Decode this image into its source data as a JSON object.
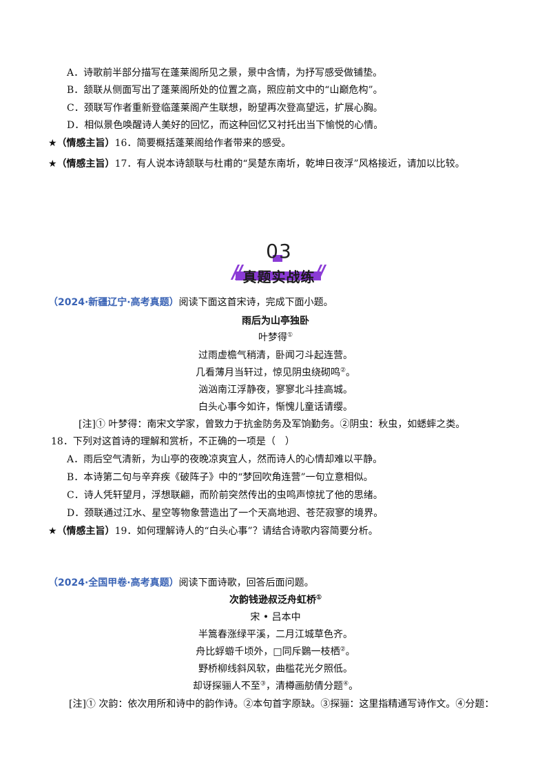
{
  "top_options": [
    "A．诗歌前半部分描写在蓬莱阁所见之景，景中含情，为抒写感受做铺垫。",
    "B．颔联从侧面写出了蓬莱阁所处的位置之高，照应前文中的“山巅危构”。",
    "C．颈联写作者重新登临蓬莱阁产生联想，盼望再次登高望远，扩展心胸。",
    "D．相似景色唤醒诗人美好的回忆，而这种回忆又衬托出当下愉悦的心情。"
  ],
  "star_tag": "★（情感主旨）",
  "q16": "16．简要概括蓬莱阁给作者带来的感受。",
  "q17": "17．有人说本诗颔联与杜甫的“吴楚东南圻，乾坤日夜浮”风格接近，请加以比较。",
  "section": {
    "number": "03",
    "label": "真题实战练"
  },
  "block1": {
    "source_tag": "（2024·新疆辽宁·高考真题）",
    "source_text": "阅读下面这首宋诗，完成下面小题。",
    "title": "雨后为山亭独卧",
    "author": "叶梦得",
    "author_sup": "①",
    "lines": [
      {
        "text": "过雨虚檐气稍清，卧闻刁斗起连营。",
        "sup": ""
      },
      {
        "text": "几看薄月当轩过，惊见阴虫绕砌鸣",
        "sup": "②"
      },
      {
        "text": "汹汹南江浮静夜，寥寥北斗挂高城。",
        "sup": ""
      },
      {
        "text": "白头心事今如许，惭愧儿童话请缨。",
        "sup": ""
      }
    ],
    "note": "[注]① 叶梦得：南宋文学家，曾致力于抗金防务及军饷勤务。②阴虫：秋虫，如蟋蟀之类。",
    "q18": "18．下列对这首诗的理解和赏析，不正确的一项是（　）",
    "options": [
      "A．雨后空气清新，为山亭的夜晚凉爽宜人，然而诗人的心情却难以平静。",
      "B．本诗第二句与辛弃疾《破阵子》中的“梦回吹角连营”一句立意相似。",
      "C．诗人凭轩望月，浮想联翩，而阶前突然传出的虫鸣声惊扰了他的思绪。",
      "D．颈联通过江水、星空等物象营造出了一个天高地迥、苍茫寂寥的境界。"
    ],
    "q19": "19．如何理解诗人的“白头心事”？请结合诗歌内容简要分析。"
  },
  "block2": {
    "source_tag": "（2024·全国甲卷·高考真题）",
    "source_text": "阅读下面诗歌，回答后面问题。",
    "title": "次韵钱逊叔泛舟虹桥",
    "title_sup": "①",
    "author": "宋 • 吕本中",
    "lines": [
      {
        "text": "半篙春涨绿平溪，二月江城草色齐。",
        "sup": ""
      },
      {
        "text": "舟比蜉蝣千顷外，□同斥鷃一枝栖",
        "sup": "②"
      },
      {
        "text": "野桥柳线斜风软，曲槛花光夕照低。",
        "sup": ""
      },
      {
        "text": "却讶探骊人不至",
        "sup": "③",
        "tail": "，清樽画舫倩分题",
        "tail_sup": "④"
      }
    ],
    "note": "[注]① 次韵：依次用所和诗中的韵作诗。②本句首字原缺。③探骊：这里指精通写诗作文。④分题："
  }
}
